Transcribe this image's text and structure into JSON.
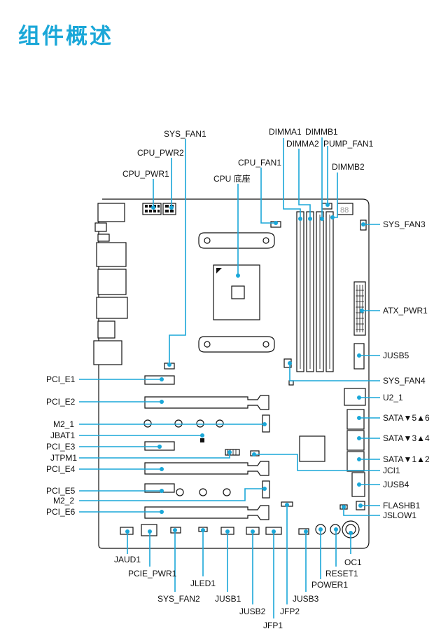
{
  "page": {
    "title": "组件概述"
  },
  "accent_color": "#1aa7d8",
  "labels": {
    "sys_fan1": "SYS_FAN1",
    "cpu_pwr2": "CPU_PWR2",
    "cpu_pwr1": "CPU_PWR1",
    "cpu_socket": "CPU 底座",
    "cpu_fan1": "CPU_FAN1",
    "dimma1": "DIMMA1",
    "dimma2": "DIMMA2",
    "dimmb1": "DIMMB1",
    "pump_fan1": "PUMP_FAN1",
    "dimmb2": "DIMMB2",
    "sys_fan3": "SYS_FAN3",
    "atx_pwr1": "ATX_PWR1",
    "jusb5": "JUSB5",
    "sys_fan4": "SYS_FAN4",
    "u2_1": "U2_1",
    "sata56": "SATA▼5▲6",
    "sata34": "SATA▼3▲4",
    "sata12": "SATA▼1▲2",
    "jci1": "JCI1",
    "jusb4": "JUSB4",
    "flashb1": "FLASHB1",
    "jslow1": "JSLOW1",
    "pci_e1": "PCI_E1",
    "pci_e2": "PCI_E2",
    "m2_1": "M2_1",
    "jbat1": "JBAT1",
    "pci_e3": "PCI_E3",
    "jtpm1": "JTPM1",
    "pci_e4": "PCI_E4",
    "pci_e5": "PCI_E5",
    "m2_2": "M2_2",
    "pci_e6": "PCI_E6",
    "jaud1": "JAUD1",
    "pcie_pwr1": "PCIE_PWR1",
    "jled1": "JLED1",
    "sys_fan2": "SYS_FAN2",
    "jusb1": "JUSB1",
    "jusb2": "JUSB2",
    "jfp1": "JFP1",
    "jfp2": "JFP2",
    "jusb3": "JUSB3",
    "power1": "POWER1",
    "reset1": "RESET1",
    "oc1": "OC1",
    "debug_display": "88"
  }
}
